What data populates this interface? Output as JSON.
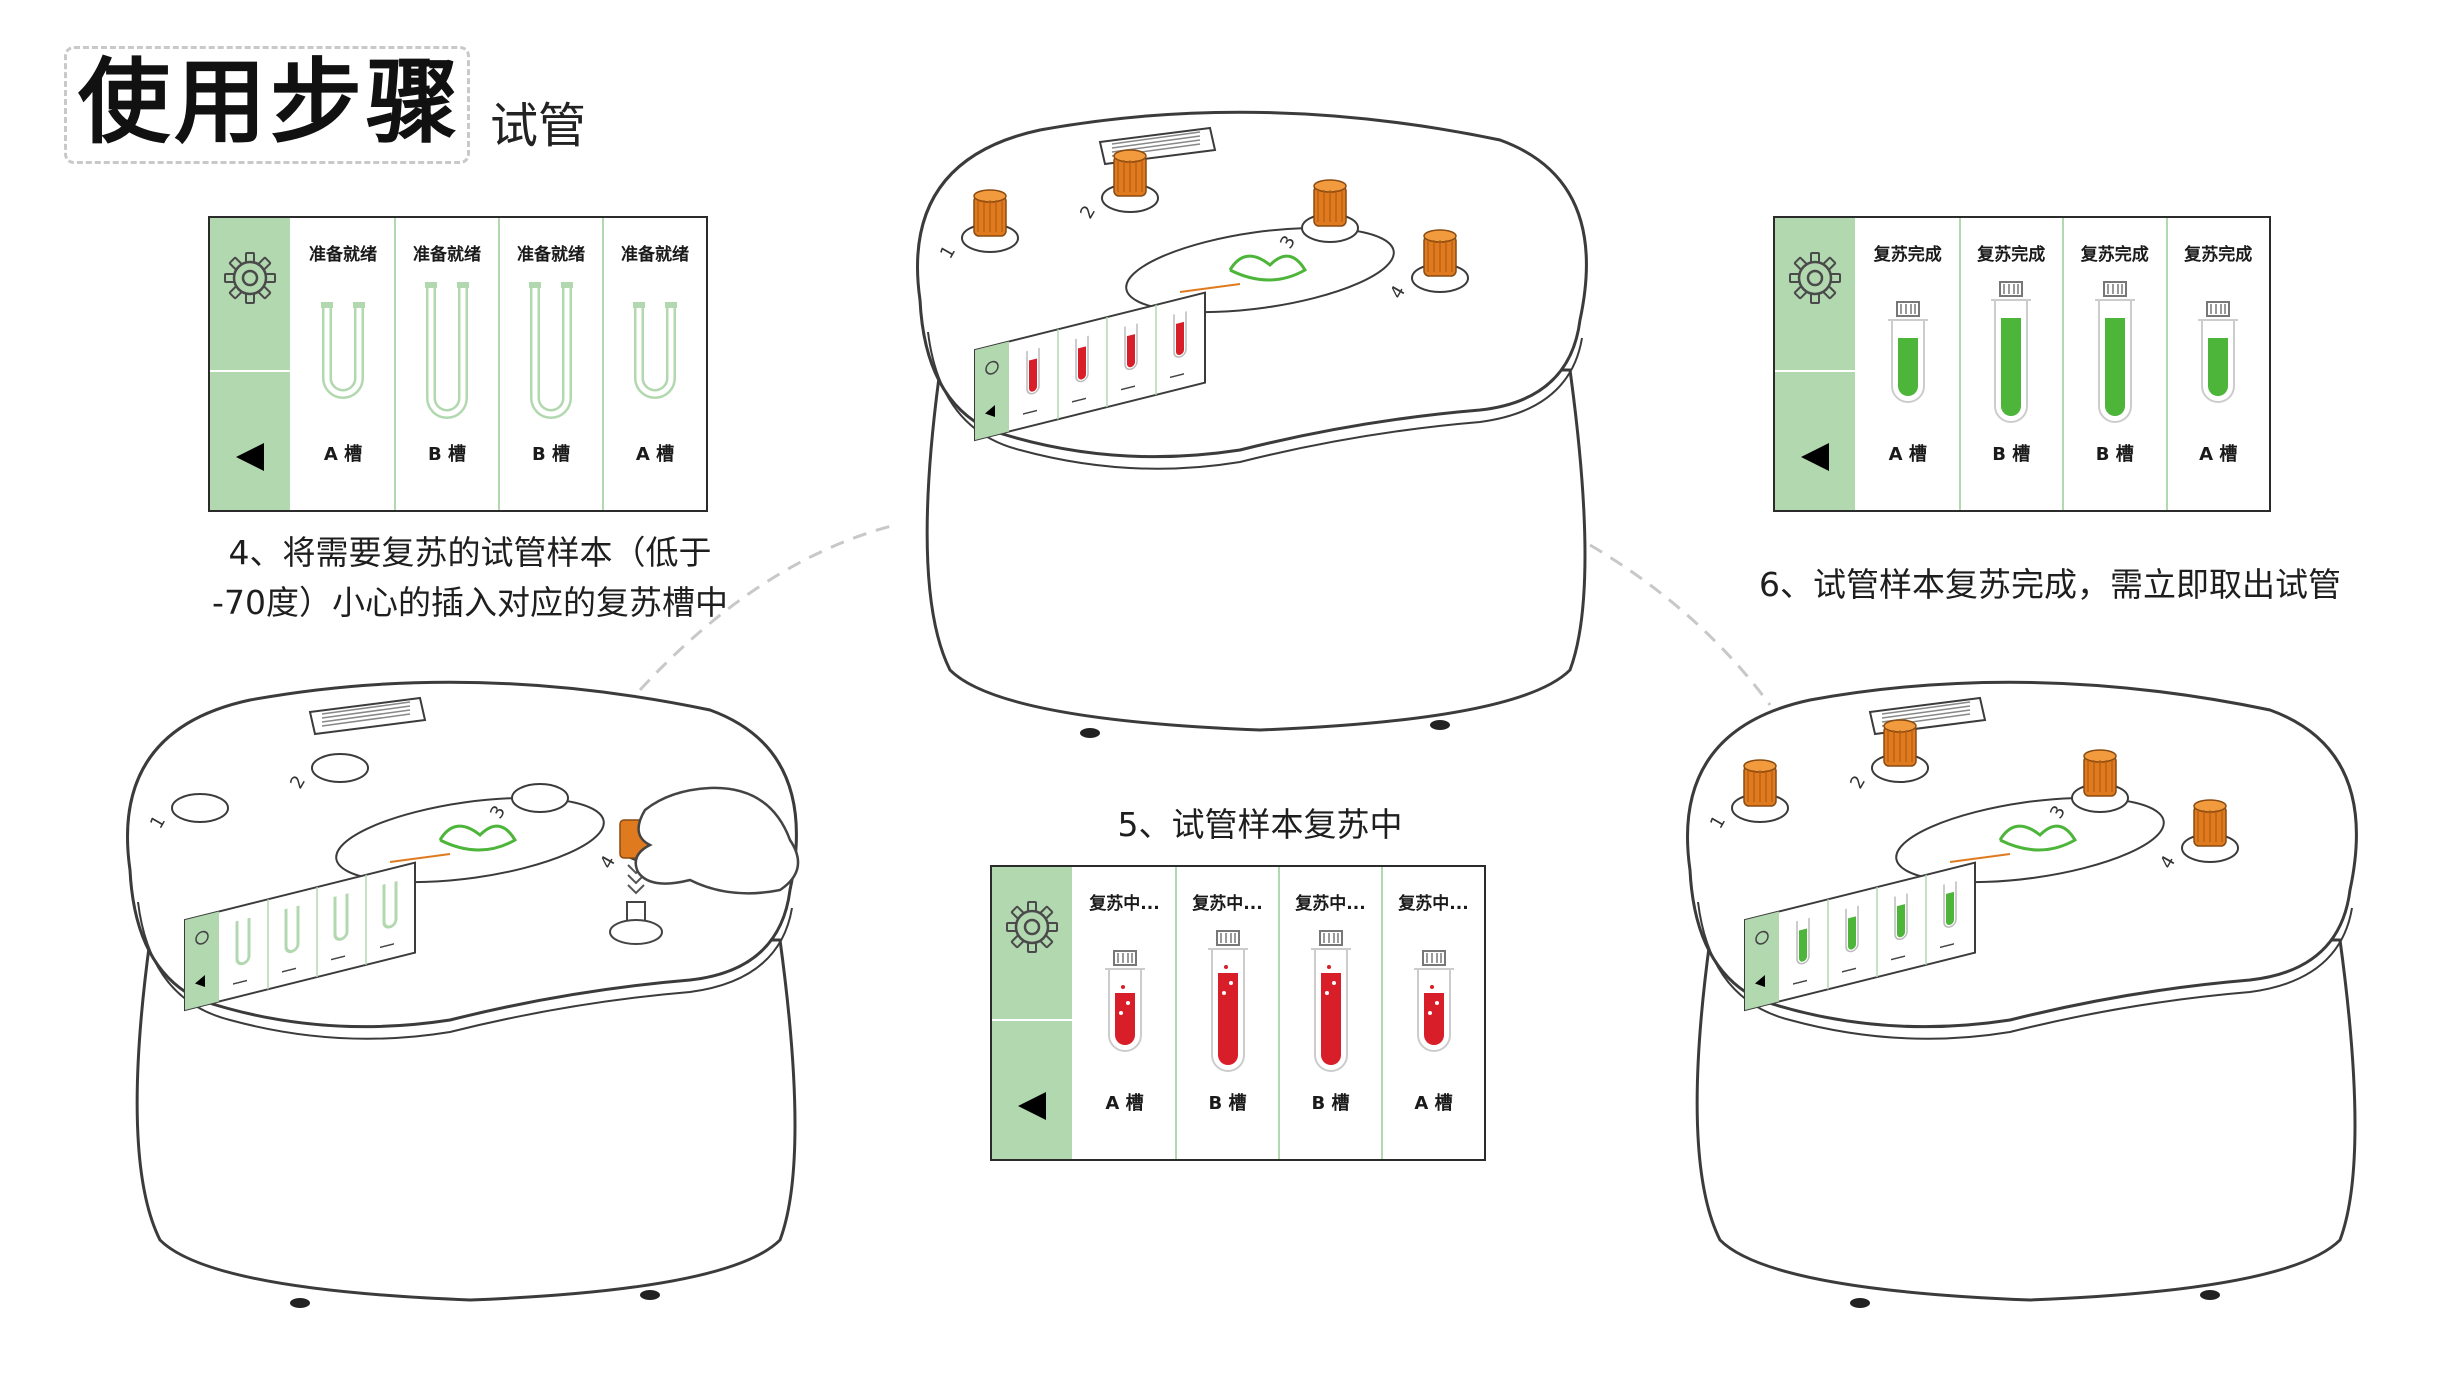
{
  "title": {
    "main": "使用步骤",
    "sub": "试管"
  },
  "steps": {
    "step4_line1": "4、将需要复苏的试管样本（低于",
    "step4_line2": "-70度）小心的插入对应的复苏槽中",
    "step5": "5、试管样本复苏中",
    "step6": "6、试管样本复苏完成，需立即取出试管"
  },
  "panel_ready": {
    "columns": [
      {
        "status": "准备就绪",
        "slot": "A 槽"
      },
      {
        "status": "准备就绪",
        "slot": "B 槽"
      },
      {
        "status": "准备就绪",
        "slot": "B 槽"
      },
      {
        "status": "准备就绪",
        "slot": "A 槽"
      }
    ]
  },
  "panel_thawing": {
    "columns": [
      {
        "status": "复苏中...",
        "slot": "A 槽"
      },
      {
        "status": "复苏中...",
        "slot": "B 槽"
      },
      {
        "status": "复苏中...",
        "slot": "B 槽"
      },
      {
        "status": "复苏中...",
        "slot": "A 槽"
      }
    ]
  },
  "panel_done": {
    "columns": [
      {
        "status": "复苏完成",
        "slot": "A 槽"
      },
      {
        "status": "复苏完成",
        "slot": "B 槽"
      },
      {
        "status": "复苏完成",
        "slot": "B 槽"
      },
      {
        "status": "复苏完成",
        "slot": "A 槽"
      }
    ]
  },
  "device": {
    "port_numbers": [
      "1",
      "2",
      "3",
      "4"
    ]
  },
  "colors": {
    "panel_sidebar": "#b2d8b0",
    "sample_red": "#d81e28",
    "sample_green": "#4cb53a",
    "knob_orange": "#e07a1f"
  },
  "icons": [
    "gear-icon",
    "back-arrow-icon",
    "test-tube-icon",
    "hand-icon"
  ]
}
